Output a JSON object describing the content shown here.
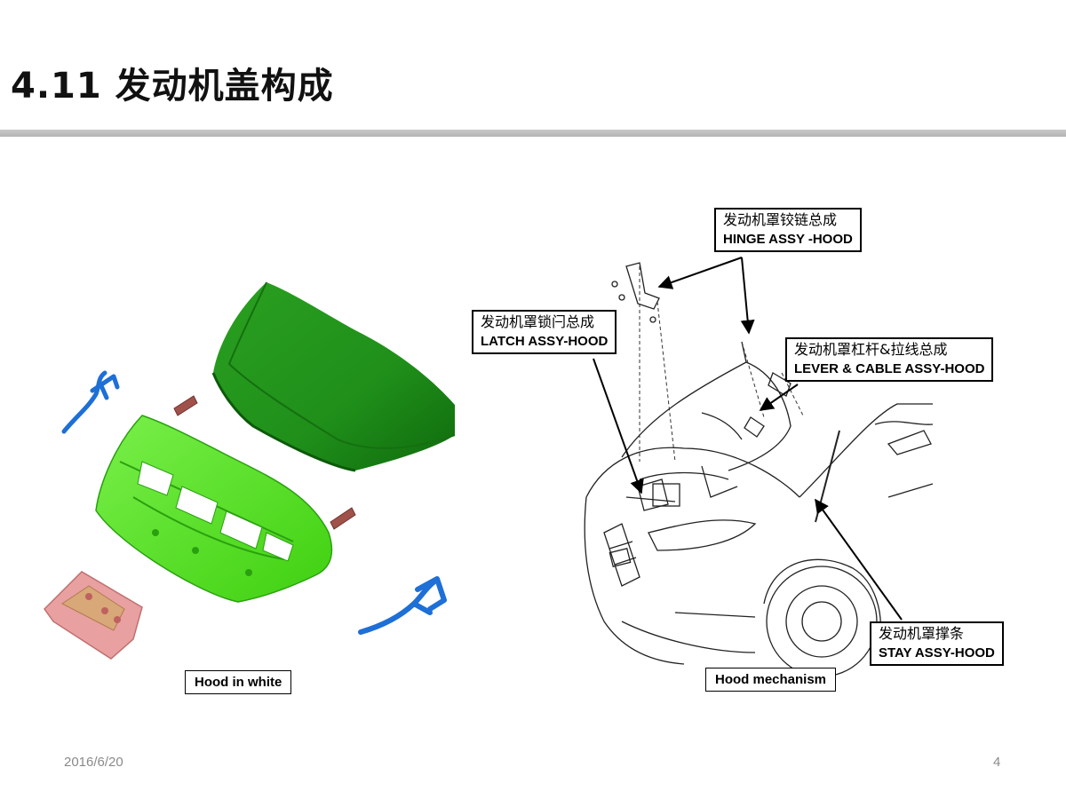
{
  "slide": {
    "title": "4.11 发动机盖构成",
    "date": "2016/6/20",
    "page_number": "4"
  },
  "captions": {
    "left": "Hood in white",
    "right": "Hood mechanism"
  },
  "callouts": {
    "hinge": {
      "cn": "发动机罩铰链总成",
      "en": "HINGE ASSY -HOOD"
    },
    "latch": {
      "cn": "发动机罩锁闩总成",
      "en": "LATCH ASSY-HOOD"
    },
    "lever": {
      "cn": "发动机罩杠杆&拉线总成",
      "en": "LEVER & CABLE ASSY-HOOD"
    },
    "stay": {
      "cn": "发动机罩撑条",
      "en": "STAY ASSY-HOOD"
    }
  },
  "colors": {
    "hood_outer": "#1f8f1a",
    "hood_inner": "#5ee81f",
    "hinge_parts": "#1e6fd6",
    "reinforcement": "#e8a0a0",
    "striker": "#a0524a",
    "title_rule": "#bbbbbb"
  }
}
